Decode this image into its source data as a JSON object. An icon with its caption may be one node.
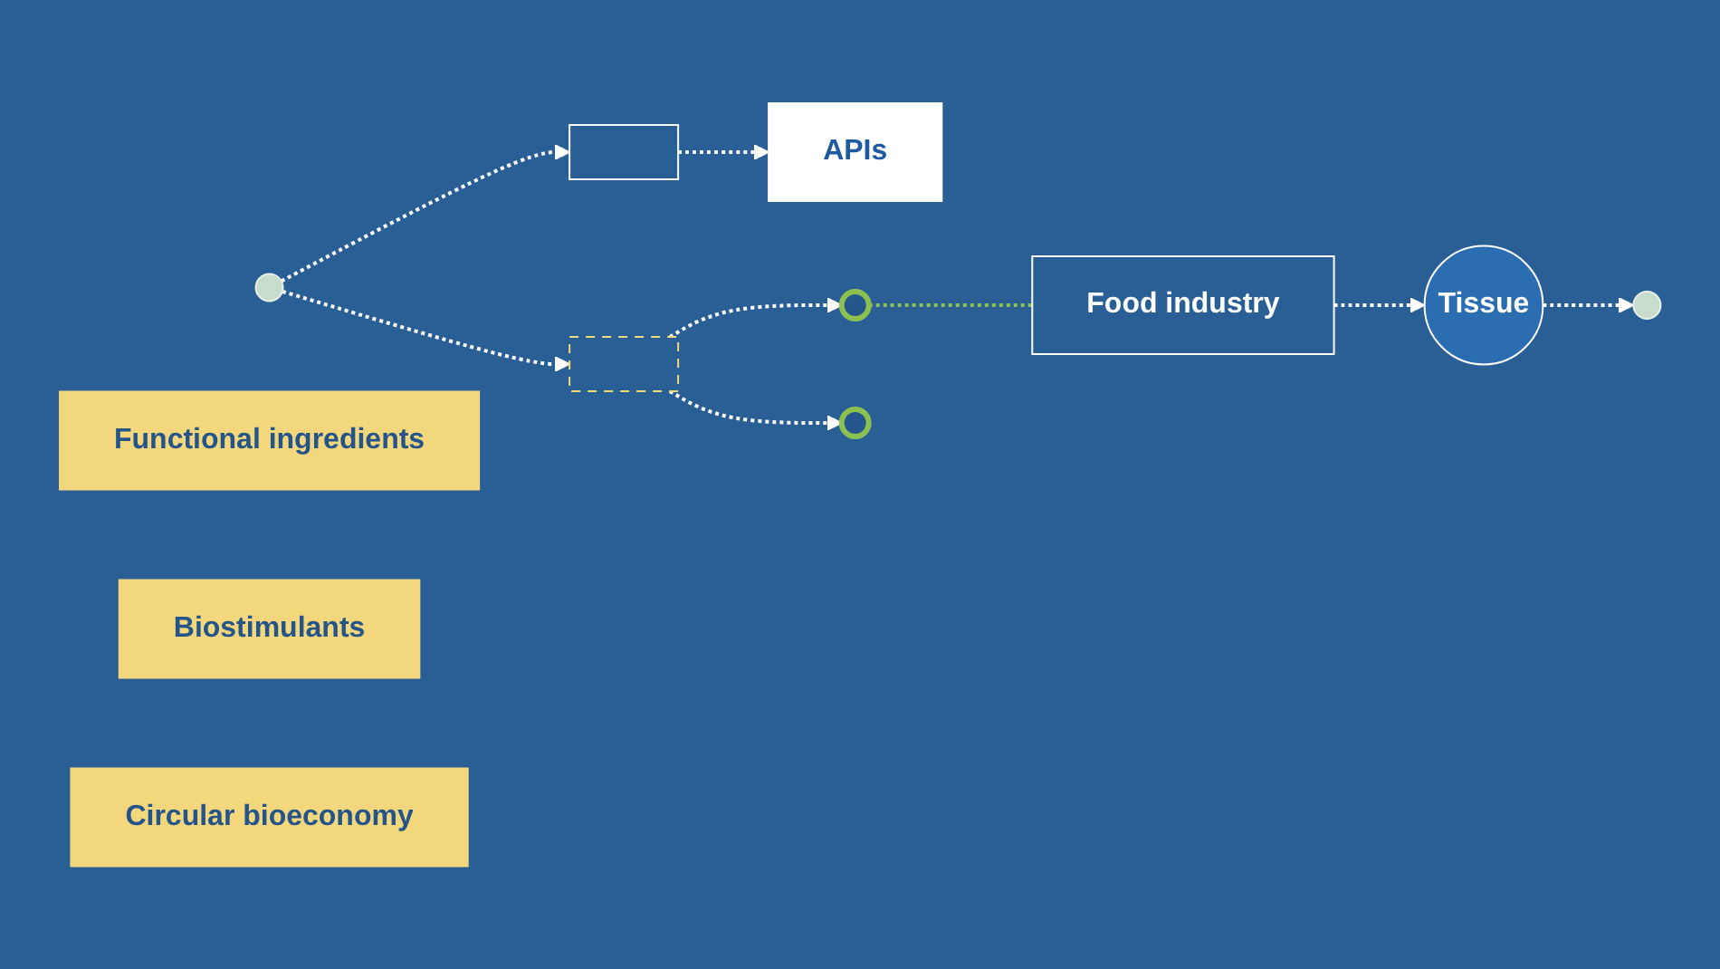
{
  "diagram": {
    "nodes": [
      {
        "text": [
          "Food industry"
        ]
      },
      {
        "text": [
          "Tissue"
        ]
      },
      {
        "text": [],
        "shape": "circle"
      },
      {
        "text": [],
        "shape": "circle"
      },
      {
        "text": [],
        "shape": "picture"
      },
      {
        "text": [
          "APIs"
        ]
      },
      {
        "text": [],
        "shape": "box"
      },
      {
        "text": [
          "Functional ingredients"
        ]
      },
      {
        "text": [
          "Biostimulants"
        ]
      },
      {
        "text": [
          "Circular bioeconomy"
        ]
      },
      {
        "text": [],
        "shape": "circle"
      },
      {
        "text": [],
        "shape": "circle"
      }
    ],
    "edges": [
      {
        "from": 0,
        "to": 1,
        "arrow": "to",
        "style": "dashed"
      },
      {
        "from": 1,
        "to": 2,
        "arrow": "to",
        "style": "dashed"
      },
      {
        "from": 3,
        "to": 4,
        "arrow": "to",
        "style": "dashed"
      },
      {
        "from": 4,
        "to": 5,
        "arrow": "to",
        "style": "dashed"
      },
      {
        "from": 3,
        "to": 6,
        "arrow": "to",
        "style": "dashed"
      },
      {
        "from": 6,
        "to": 10,
        "arrow": "to",
        "style": "dashed"
      },
      {
        "from": 6,
        "to": 11,
        "arrow": "to",
        "style": "dashed"
      },
      {
        "from": 10,
        "to": 0,
        "arrow": "none",
        "style": "dashed",
        "color": "#8cc152"
      }
    ]
  }
}
